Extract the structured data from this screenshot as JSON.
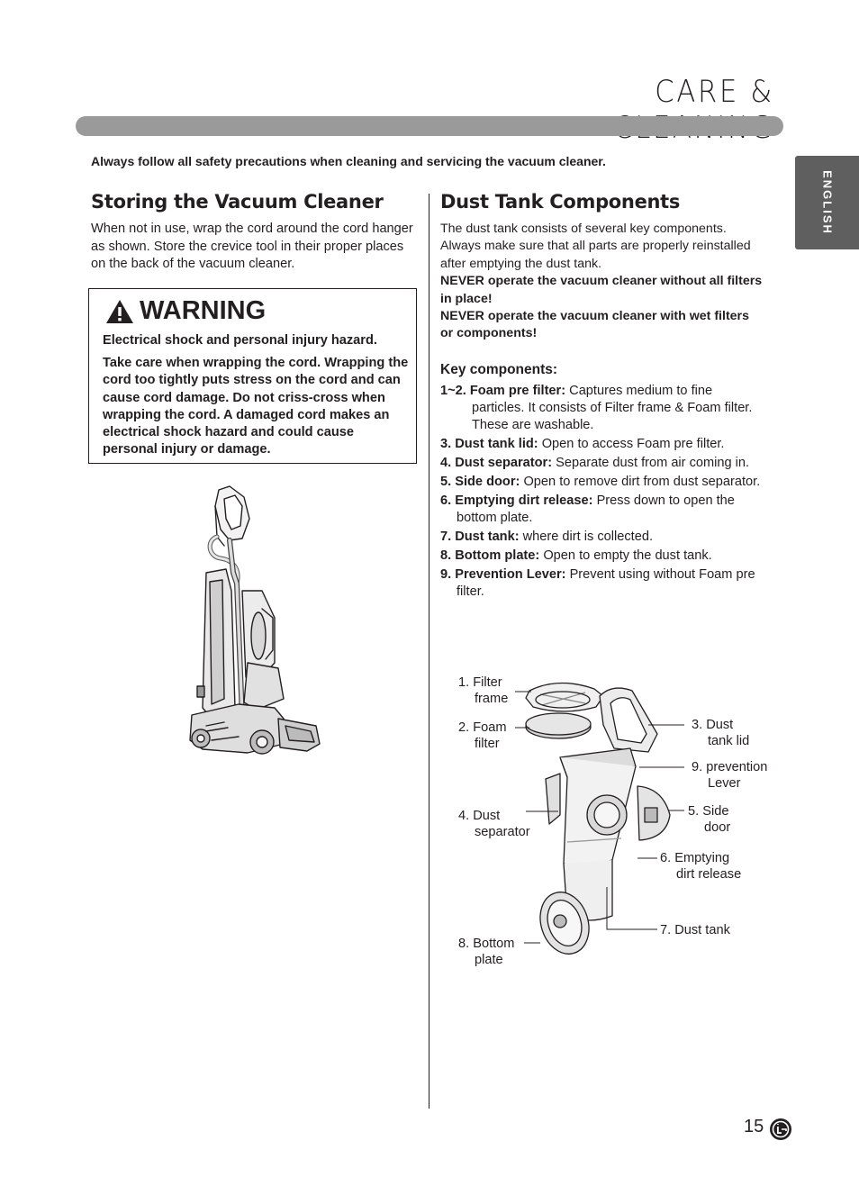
{
  "header": {
    "title": "CARE & CLEANING"
  },
  "side_tab": {
    "label": "ENGLISH"
  },
  "safety_notice": "Always follow all safety precautions when cleaning and servicing the vacuum cleaner.",
  "storing": {
    "heading": "Storing the Vacuum Cleaner",
    "text": "When not in use, wrap the cord around the cord hanger as shown. Store the crevice tool in their proper places on the back of the vacuum cleaner."
  },
  "warning": {
    "title": "WARNING",
    "line1": "Electrical shock and personal injury hazard.",
    "line2": "Take care when wrapping the cord. Wrapping the cord too tightly puts stress on the cord and can cause cord damage. Do not criss-cross when wrapping the cord. A damaged cord makes an electrical shock hazard and could cause personal injury or damage."
  },
  "dust_tank": {
    "heading": "Dust Tank Components",
    "intro": "The dust tank consists of several key components. Always make sure that all parts are properly reinstalled after emptying the dust tank.",
    "never1": "NEVER operate the vacuum cleaner without all filters in place!",
    "never2": "NEVER operate the vacuum cleaner with wet filters or components!",
    "key_heading": "Key components:",
    "components": [
      {
        "num": "1~2. Foam pre filter:",
        "desc": " Captures medium to fine particles. It consists of Filter frame & Foam filter. These are washable."
      },
      {
        "num": "3. Dust tank lid:",
        "desc": " Open to access Foam pre filter."
      },
      {
        "num": "4. Dust separator:",
        "desc": " Separate dust from air coming in."
      },
      {
        "num": "5. Side door:",
        "desc": " Open to remove dirt from dust separator."
      },
      {
        "num": "6. Emptying dirt release:",
        "desc": " Press down to open the bottom plate."
      },
      {
        "num": "7. Dust tank:",
        "desc": " where dirt is collected."
      },
      {
        "num": "8. Bottom plate:",
        "desc": " Open to empty the dust tank."
      },
      {
        "num": "9. Prevention Lever:",
        "desc": " Prevent using without Foam pre filter."
      }
    ]
  },
  "diagram": {
    "labels": {
      "l1a": "1. Filter",
      "l1b": "frame",
      "l2a": "2. Foam",
      "l2b": "filter",
      "l3a": "3. Dust",
      "l3b": "tank lid",
      "l4a": "4. Dust",
      "l4b": "separator",
      "l5a": "5. Side",
      "l5b": "door",
      "l6a": "6. Emptying",
      "l6b": "dirt release",
      "l7": "7. Dust tank",
      "l8a": "8. Bottom",
      "l8b": "plate",
      "l9a": "9. prevention",
      "l9b": "Lever"
    }
  },
  "footer": {
    "page_number": "15"
  }
}
